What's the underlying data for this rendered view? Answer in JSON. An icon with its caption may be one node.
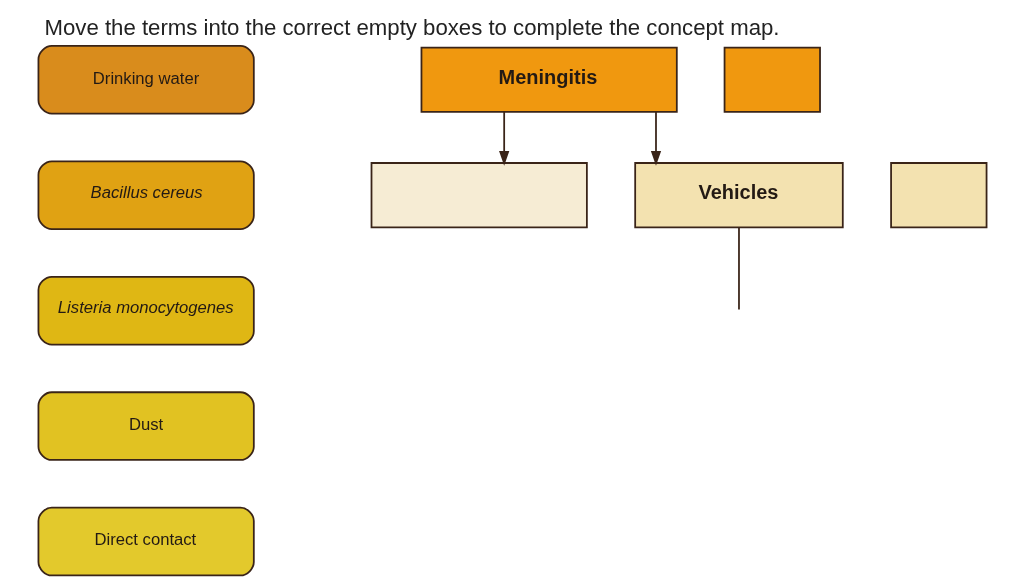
{
  "diagram": {
    "title": "Move the terms into the correct empty boxes to complete the concept map.",
    "nodes": [
      {
        "text": [
          "Drinking water"
        ]
      },
      {
        "text": [
          "Bacillus cereus"
        ]
      },
      {
        "text": [
          "Listeria monocytogenes"
        ]
      },
      {
        "text": [
          "Dust"
        ]
      },
      {
        "text": [
          "Direct contact"
        ]
      },
      {
        "text": [
          "Meningitis"
        ]
      },
      {
        "text": [],
        "shape": "box"
      },
      {
        "text": [
          "Vehicles"
        ]
      },
      {
        "text": [],
        "shape": "box"
      },
      {
        "text": [],
        "shape": "box"
      }
    ],
    "edges": [
      {
        "from": 5,
        "to": 6,
        "arrow": "to"
      },
      {
        "from": 5,
        "to": 7,
        "arrow": "to"
      },
      {
        "from": 7,
        "to": null,
        "arrow": "none"
      }
    ]
  }
}
